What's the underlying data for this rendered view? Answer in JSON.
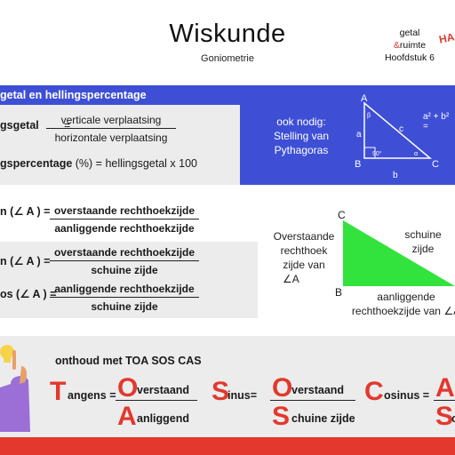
{
  "header": {
    "title": "Wiskunde",
    "subtitle": "Goniometrie",
    "chapter_line1": "getal",
    "chapter_amp": "&",
    "chapter_line2": "ruimte",
    "chapter_line3": "Hoofdstuk 6",
    "logo_text": "HA"
  },
  "hellings": {
    "section_title": "getal en hellingspercentage",
    "label": "gsgetal",
    "equals": "=",
    "numerator": "verticale verplaatsing",
    "denominator": "horizontale verplaatsing",
    "percent_label": "gspercentage",
    "percent_rest": "(%) = hellingsgetal x 100"
  },
  "pythagoras_box": {
    "note_line1": "ook nodig:",
    "note_line2": "Stelling van",
    "note_line3": "Pythagoras",
    "formula": "a² + b² =",
    "vertex_a": "A",
    "vertex_b": "B",
    "vertex_c": "C",
    "side_a": "a",
    "side_b": "b",
    "side_c": "c",
    "angle_right": "90°",
    "angle_beta": "β",
    "angle_alpha": "α"
  },
  "ratios": {
    "tan_label": "n (∠ A ) =",
    "tan_num": "overstaande rechthoekzijde",
    "tan_den": "aanliggende rechthoekzijde",
    "sin_label": "n (∠ A ) =",
    "sin_num": "overstaande rechthoekzijde",
    "sin_den": "schuine zijde",
    "cos_label": "os (∠ A ) =",
    "cos_num": "aanliggende rechthoekzijde",
    "cos_den": "schuine zijde"
  },
  "triangle": {
    "vertex_c": "C",
    "vertex_b": "B",
    "opposite_1": "Overstaande",
    "opposite_2": "rechthoek",
    "opposite_3": "zijde van",
    "opposite_4": "∠A",
    "hyp_1": "schuine",
    "hyp_2": "zijde",
    "adj_1": "aanliggende",
    "adj_2": "rechthoekzijde van ∠A",
    "fill_color": "#33e33d"
  },
  "mnemonic": {
    "title": "onthoud met TOA SOS CAS",
    "t_big": "T",
    "t_rest": "angens =",
    "o_big": "O",
    "o_rest": "verstaand",
    "a_big": "A",
    "a_rest": "anliggend",
    "s_big": "S",
    "s_rest": "inus=",
    "o2_big": "O",
    "o2_rest": "verstaand",
    "s2_big": "S",
    "s2_rest": "chuine zijde",
    "c_big": "C",
    "c_rest": "osinus =",
    "a3_big": "A",
    "s3_big": "S",
    "s3_rest": "c"
  },
  "colors": {
    "blue": "#3e4fd6",
    "red": "#e3382e",
    "green": "#33e33d",
    "grey": "#ececec"
  }
}
